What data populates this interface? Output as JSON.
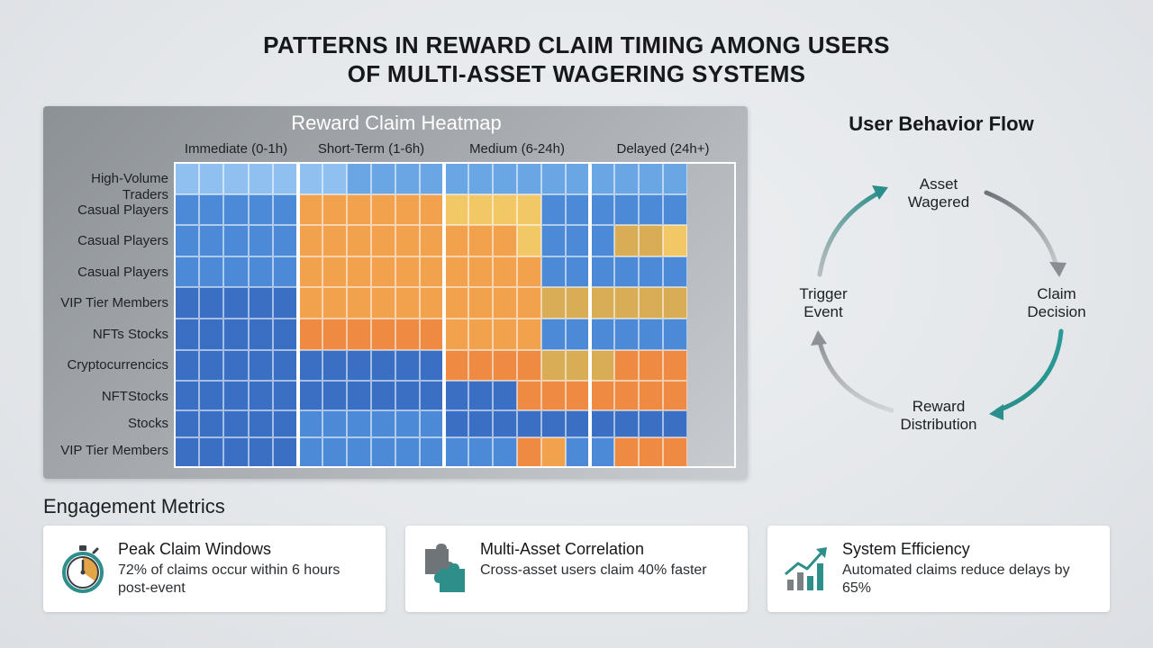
{
  "title": {
    "line1": "PATTERNS IN REWARD CLAIM TIMING AMONG USERS",
    "line2": "OF MULTI-ASSET WAGERING SYSTEMS"
  },
  "heatmap": {
    "title": "Reward Claim Heatmap",
    "columns": [
      "Immediate (0-1h)",
      "Short-Term (1-6h)",
      "Medium (6-24h)",
      "Delayed (24h+)"
    ],
    "rows": [
      "High-Volume Traders",
      "Casual Players",
      "Casual Players",
      "Casual Players",
      "VIP Tier Members",
      "NFTs Stocks",
      "Cryptocurrencics",
      "NFTStocks",
      "Stocks",
      "VIP Tier Members"
    ],
    "colors": {
      "L": "#8fc0ef",
      "M": "#6aa6e4",
      "B": "#4c8ad8",
      "D": "#3a6fc4",
      "O": "#f2a14d",
      "R": "#ee8a42",
      "Y": "#f2c765",
      "G": "#d9ad55",
      "T": "#cfa85a"
    },
    "cells": [
      "LLLLLLLMMMMMMMMMMMMMM",
      "BBBBBOOOOOOYYYYBBBBBB",
      "BBBBBOOOOOOOOOYBBBGGY",
      "BBBBBOOOOOOOOOOBBBBBB",
      "DDDDDOOOOOOOOOOGGGGGG",
      "DDDDDRRRRRROOOOBBBBBB",
      "DDDDDDDDDDDRRRRGGGRRR",
      "DDDDDDDDDDDDDDRRRRRRR",
      "DDDDDBBBBBBDDDDDDDDDD",
      "DDDDDBBBBBBBBBROBBRRR"
    ]
  },
  "flow": {
    "title": "User Behavior Flow",
    "nodes": [
      {
        "line1": "Asset",
        "line2": "Wagered"
      },
      {
        "line1": "Claim",
        "line2": "Decision"
      },
      {
        "line1": "Reward",
        "line2": "Distribution"
      },
      {
        "line1": "Trigger",
        "line2": "Event"
      }
    ]
  },
  "metrics": {
    "title": "Engagement Metrics",
    "cards": [
      {
        "icon": "stopwatch-icon",
        "title": "Peak Claim Windows",
        "desc": "72% of claims occur within 6 hours post-event"
      },
      {
        "icon": "puzzle-icon",
        "title": "Multi-Asset Correlation",
        "desc": "Cross-asset users claim 40% faster"
      },
      {
        "icon": "growth-chart-icon",
        "title": "System Efficiency",
        "desc": "Automated claims reduce delays by 65%"
      }
    ]
  }
}
